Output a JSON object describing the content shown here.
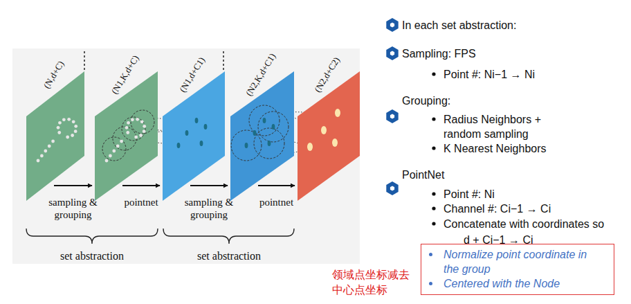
{
  "diagram": {
    "nodes": [
      {
        "text": [
          "(N,d+C)"
        ]
      },
      {
        "text": [
          "(N1,K,d+C)"
        ]
      },
      {
        "text": [
          "(N1,d+C1)"
        ]
      },
      {
        "text": [
          "(N2,K,d+C1)"
        ]
      },
      {
        "text": [
          "(N2,d+C2)"
        ]
      },
      {
        "text": [
          "Normalize point coordinate in the group",
          "Centered with the Node"
        ]
      }
    ],
    "edges": [
      {
        "from": 0,
        "to": 1,
        "arrow": "to",
        "label": "sampling & grouping"
      },
      {
        "from": 1,
        "to": 2,
        "arrow": "to",
        "label": "pointnet"
      },
      {
        "from": 2,
        "to": 3,
        "arrow": "to",
        "label": "sampling & grouping"
      },
      {
        "from": 3,
        "to": 4,
        "arrow": "to",
        "label": "pointnet"
      }
    ],
    "labels": [
      "set abstraction",
      "set abstraction",
      "In each set abstraction:",
      "Sampling: FPS",
      "Point #: Ni−1 → Ni",
      "Grouping:",
      "Radius Neighbors + random sampling",
      "K Nearest Neighbors",
      "PointNet",
      "Point #: Ni",
      "Channel #: Ci−1 → Ci",
      "Concatenate with coordinates so",
      "d + Ci−1 → Ci",
      "领域点坐标减去 中心点坐标"
    ]
  }
}
